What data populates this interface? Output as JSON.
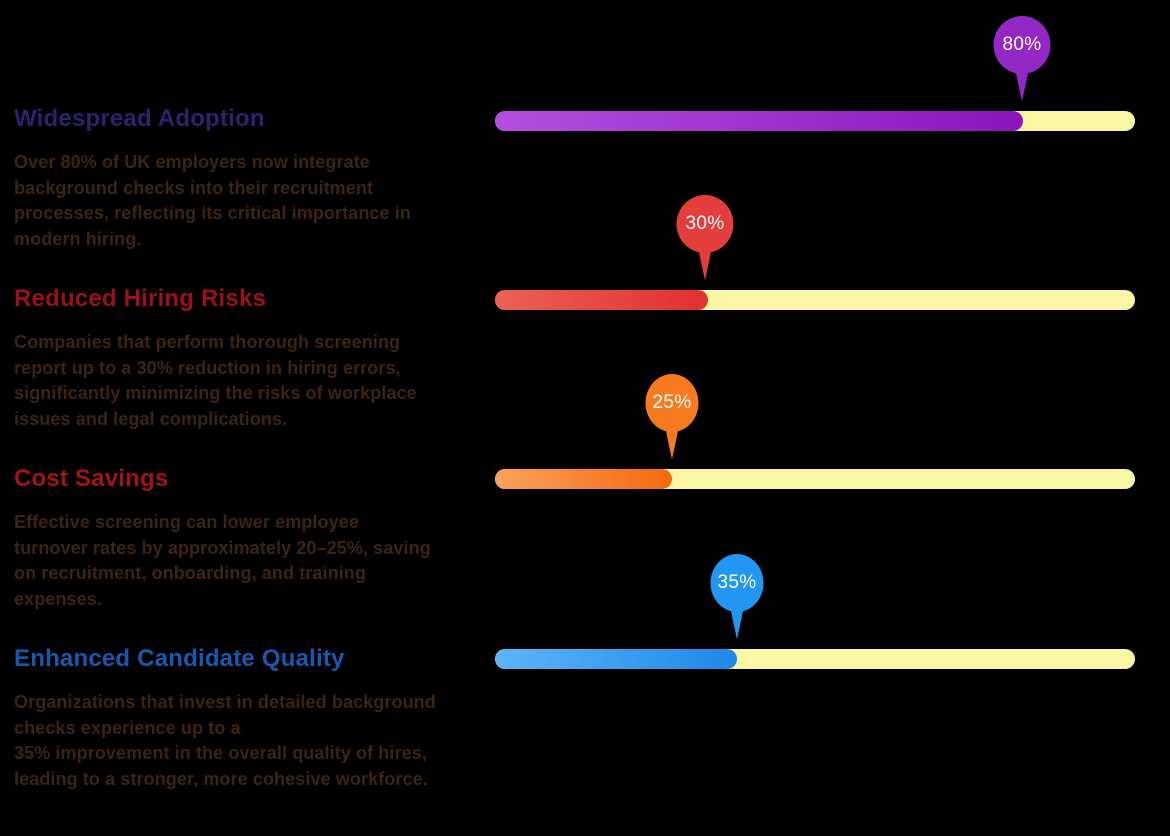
{
  "background_color": "#000000",
  "palette": {
    "track_color": "#FAF7A4",
    "body_text_color": "#3D2410",
    "balloon_label_color": "#FFFFFF"
  },
  "chart_data": {
    "type": "bar",
    "orientation": "horizontal",
    "title": "",
    "categories": [
      "Widespread Adoption",
      "Reduced Hiring Risks",
      "Cost Savings",
      "Enhanced Candidate Quality"
    ],
    "values": [
      80,
      30,
      25,
      35
    ],
    "value_labels": [
      "80%",
      "30%",
      "25%",
      "35%"
    ],
    "unit": "%",
    "xlim": [
      0,
      100
    ],
    "grid": false,
    "legend": false
  },
  "sections": [
    {
      "title": "Widespread Adoption",
      "title_color": "#312070",
      "body": "Over 80% of UK employers now integrate\nbackground checks into their recruitment\nprocesses, reflecting its critical importance in\nmodern hiring.",
      "value": 80,
      "value_label": "80%",
      "fill_width": "82.5%",
      "bar_color_start": "#B44FE0",
      "bar_color_end": "#8A16BC",
      "balloon_color": "#9328C4"
    },
    {
      "title": "Reduced Hiring Risks",
      "title_color": "#9B1115",
      "body": "Companies that perform thorough screening\nreport up to a 30% reduction in hiring errors,\nsignificantly minimizing the risks of workplace\nissues and legal complications.",
      "value": 30,
      "value_label": "30%",
      "fill_width": "33.3%",
      "bar_color_start": "#EB6156",
      "bar_color_end": "#E23030",
      "balloon_color": "#E33E3C"
    },
    {
      "title": "Cost Savings",
      "title_color": "#A21510",
      "body": "Effective screening can lower employee\nturnover rates by approximately 20–25%, saving\non recruitment, onboarding, and training\nexpenses.",
      "value": 25,
      "value_label": "25%",
      "fill_width": "27.7%",
      "bar_color_start": "#F9A15D",
      "bar_color_end": "#F4690E",
      "balloon_color": "#F87A1E"
    },
    {
      "title": "Enhanced Candidate Quality",
      "title_color": "#1659B0",
      "body": "Organizations that invest in detailed background\nchecks experience up to a\n35% improvement in the overall quality of hires,\nleading to a stronger, more cohesive workforce.",
      "value": 35,
      "value_label": "35%",
      "fill_width": "37.8%",
      "bar_color_start": "#5EB5F7",
      "bar_color_end": "#1E88E9",
      "balloon_color": "#2196F3"
    }
  ]
}
